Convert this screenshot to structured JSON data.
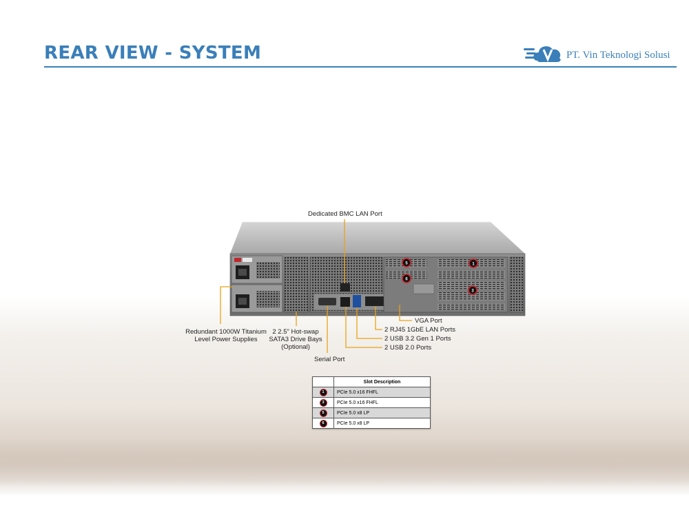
{
  "page": {
    "title": "REAR VIEW - SYSTEM"
  },
  "logo": {
    "text": "PT. Vin Teknologi Solusi",
    "icon": "cloud-v-logo-icon",
    "color": "#3a7fb9"
  },
  "callouts": {
    "bmc_lan": "Dedicated BMC LAN Port",
    "power_line1": "Redundant  1000W Titanium",
    "power_line2": "Level Power Supplies",
    "drive_line1": "2 2.5\" Hot-swap",
    "drive_line2": "SATA3 Drive Bays",
    "drive_line3": "(Optional)",
    "serial": "Serial Port",
    "vga": "VGA Port",
    "rj45": "2 RJ45 1GbE LAN Ports",
    "usb32": "2 USB 3.2 Gen 1 Ports",
    "usb20": "2 USB 2.0 Ports"
  },
  "slot_badges": [
    "1",
    "3",
    "5",
    "6"
  ],
  "slot_table": {
    "header": "Slot Description",
    "rows": [
      {
        "slot": "1",
        "desc": "PCIe 5.0 x16 FHFL"
      },
      {
        "slot": "3",
        "desc": "PCIe 5.0 x16 FHFL"
      },
      {
        "slot": "5",
        "desc": "PCIe 5.0 x8 LP"
      },
      {
        "slot": "6",
        "desc": "PCIe 5.0 x8 LP"
      }
    ]
  },
  "colors": {
    "accent": "#3a7fb9",
    "callout_line": "#e8a21a",
    "badge_ring": "#c0272d"
  }
}
